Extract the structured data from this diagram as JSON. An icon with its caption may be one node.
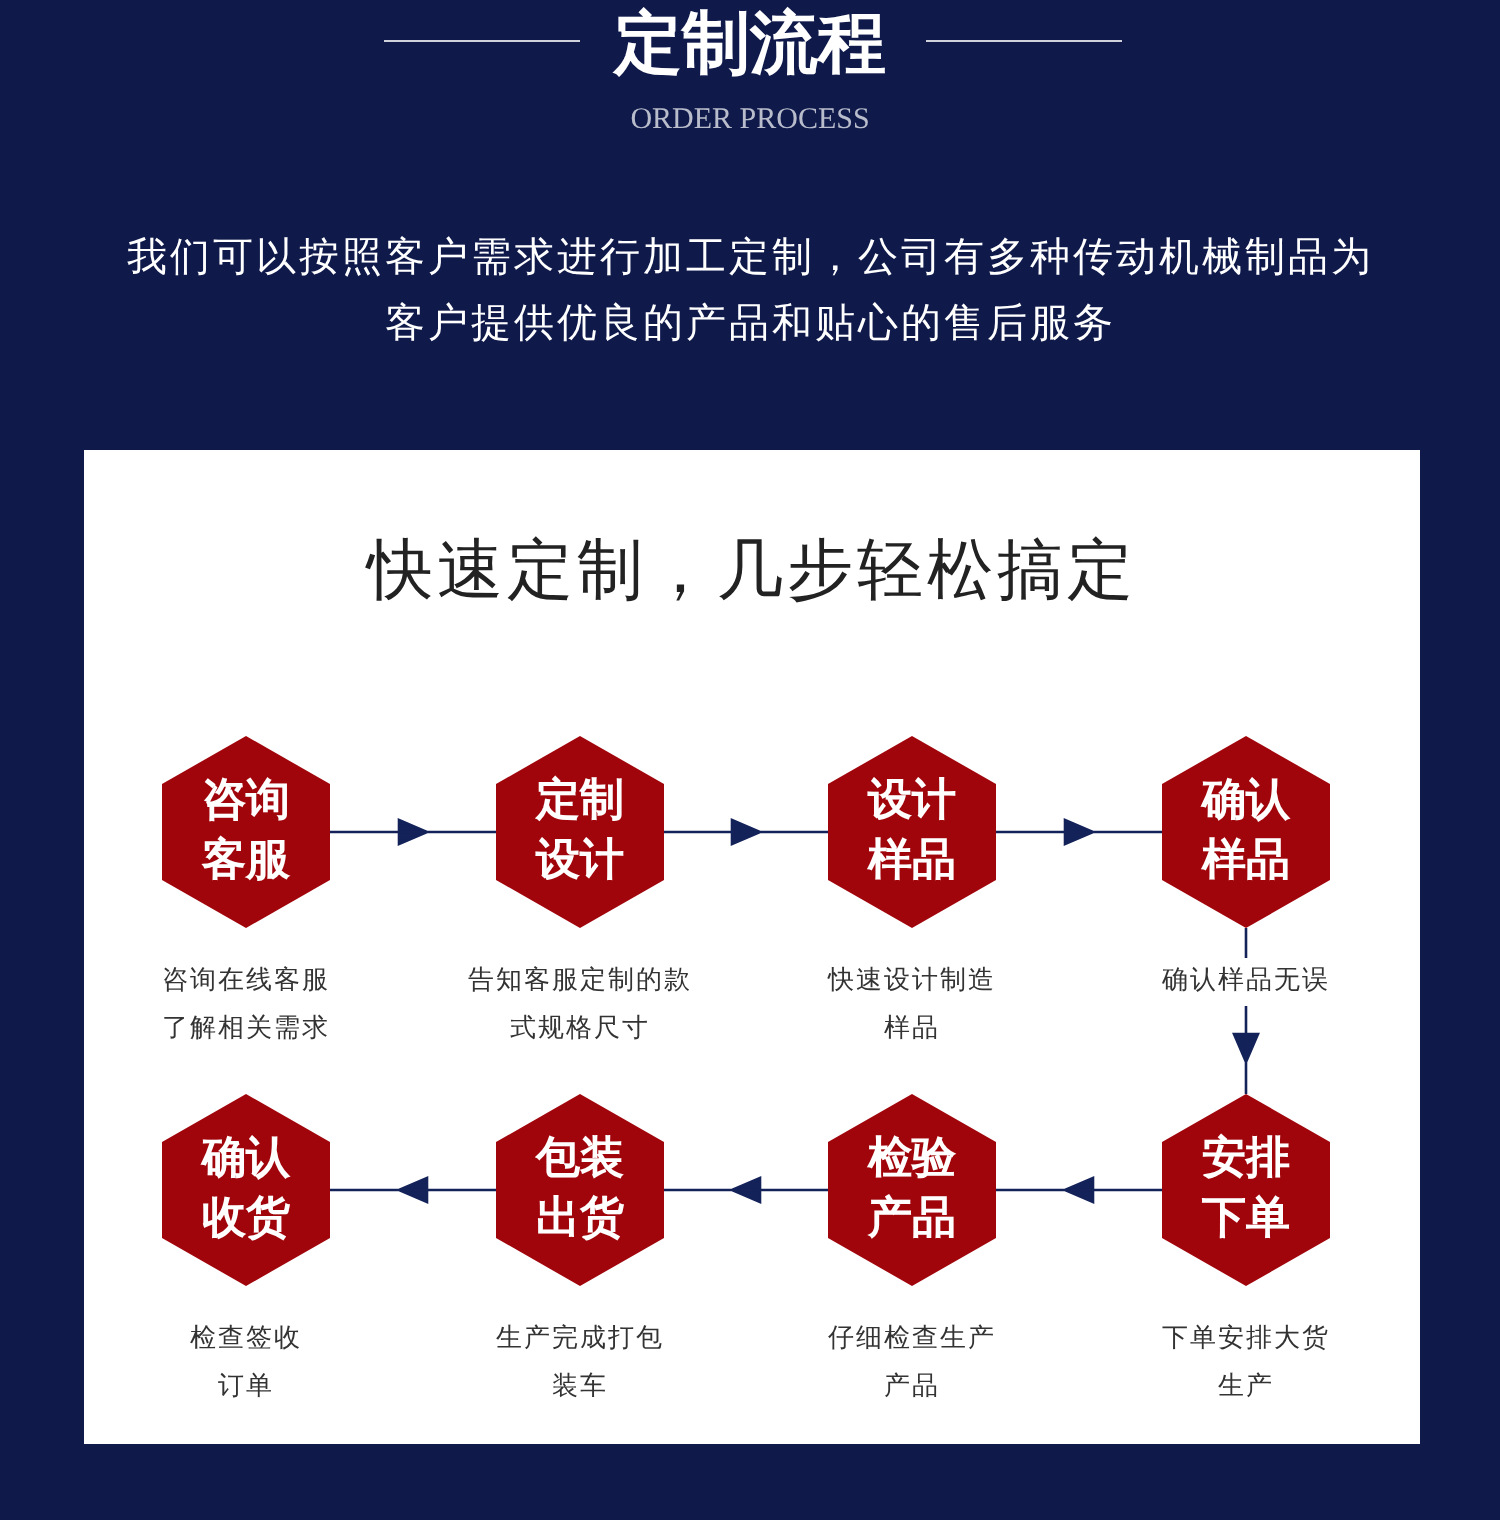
{
  "diagram": {
    "title": "定制流程",
    "nodes": [
      {
        "text": [
          "咨询客服"
        ],
        "beside": [
          "咨询在线客服了解相关需求"
        ]
      },
      {
        "text": [
          "定制设计"
        ],
        "beside": [
          "告知客服定制的款式规格尺寸"
        ]
      },
      {
        "text": [
          "设计样品"
        ],
        "beside": [
          "快速设计制造样品"
        ]
      },
      {
        "text": [
          "确认样品"
        ],
        "beside": [
          "确认样品无误"
        ]
      },
      {
        "text": [
          "安排下单"
        ],
        "beside": [
          "下单安排大货生产"
        ]
      },
      {
        "text": [
          "检验产品"
        ],
        "beside": [
          "仔细检查生产产品"
        ]
      },
      {
        "text": [
          "包装出货"
        ],
        "beside": [
          "生产完成打包装车"
        ]
      },
      {
        "text": [
          "确认收货"
        ],
        "beside": [
          "检查签收订单"
        ]
      }
    ],
    "edges": [
      {
        "from": 0,
        "to": 1,
        "arrow": "to"
      },
      {
        "from": 1,
        "to": 2,
        "arrow": "to"
      },
      {
        "from": 2,
        "to": 3,
        "arrow": "to"
      },
      {
        "from": 3,
        "to": 4,
        "arrow": "to"
      },
      {
        "from": 4,
        "to": 5,
        "arrow": "to"
      },
      {
        "from": 5,
        "to": 6,
        "arrow": "to"
      },
      {
        "from": 6,
        "to": 7,
        "arrow": "to"
      }
    ],
    "labels": [
      "ORDER PROCESS",
      "我们可以按照客户需求进行加工定制，公司有多种传动机械制品为客户提供优良的产品和贴心的售后服务",
      "快速定制，几步轻松搞定"
    ]
  }
}
